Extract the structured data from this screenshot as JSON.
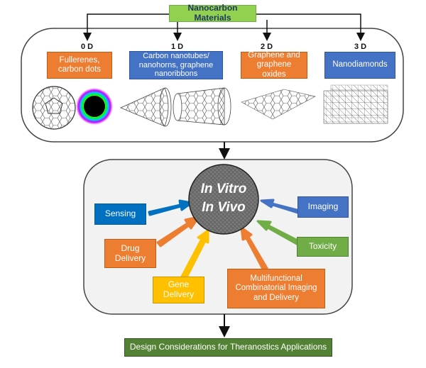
{
  "top": {
    "title": "Nanocarbon Materials"
  },
  "dimensions": [
    {
      "label": "0 D",
      "material": "Fullerenes, carbon dots",
      "color": "#ed7d31"
    },
    {
      "label": "1 D",
      "material": "Carbon nanotubes/ nanohorns, graphene nanoribbons",
      "color": "#4472c4"
    },
    {
      "label": "2 D",
      "material": "Graphene and graphene oxides",
      "color": "#ed7d31"
    },
    {
      "label": "3 D",
      "material": "Nanodiamonds",
      "color": "#4472c4"
    }
  ],
  "illustrations": [
    "fullerene-icon",
    "carbon-dot-icon",
    "nanohorn-icon",
    "nanotube-icon",
    "graphene-sheet-icon",
    "nanodiamond-lattice-icon"
  ],
  "center": {
    "line1": "In Vitro",
    "line2": "In Vivo"
  },
  "applications": {
    "sensing": "Sensing",
    "imaging": "Imaging",
    "toxicity": "Toxicity",
    "drug_delivery": "Drug Delivery",
    "gene_delivery": "Gene Delivery",
    "multifunctional": "Multifunctional Combinatorial Imaging and Delivery"
  },
  "bottom": {
    "title": "Design Considerations for Theranostics Applications"
  },
  "colors": {
    "orange": "#ed7d31",
    "blue": "#4472c4",
    "green": "#70ad47",
    "dark_green": "#548235",
    "yellow": "#ffc000",
    "gray_circle": "#7f7f7f",
    "panel_fill": "#f2f2f2"
  }
}
